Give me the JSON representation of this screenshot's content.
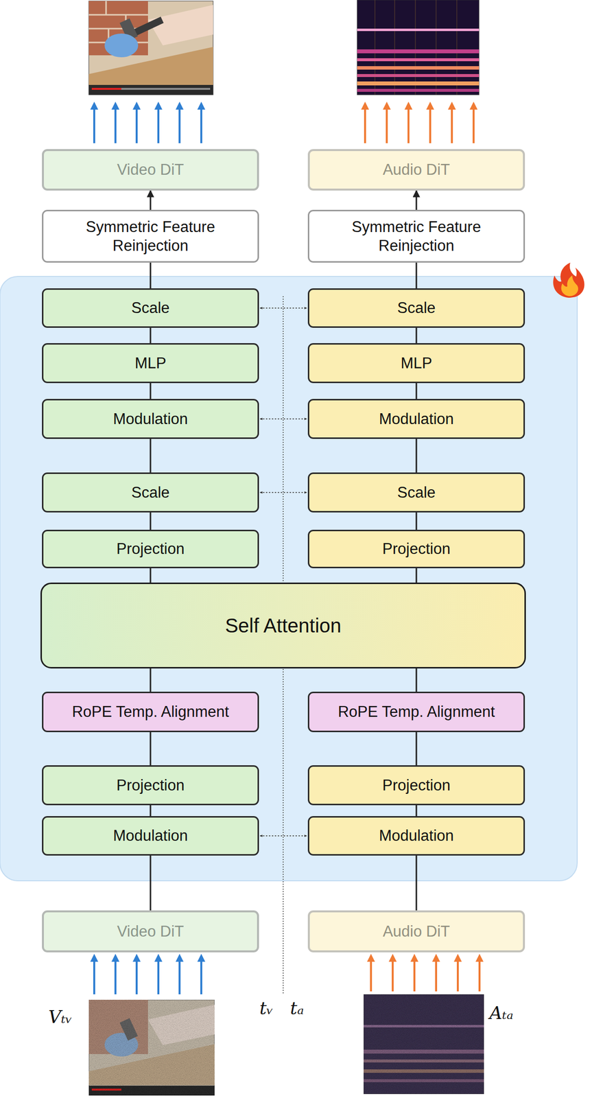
{
  "diagram": {
    "nodes": [
      {
        "text": [
          "Video DiT"
        ]
      },
      {
        "text": [
          "Audio DiT"
        ]
      },
      {
        "text": [
          "Symmetric Feature Reinjection"
        ]
      },
      {
        "text": [
          "Symmetric Feature Reinjection"
        ]
      },
      {
        "text": [
          "Scale"
        ]
      },
      {
        "text": [
          "Scale"
        ]
      },
      {
        "text": [
          "MLP"
        ]
      },
      {
        "text": [
          "MLP"
        ]
      },
      {
        "text": [
          "Modulation"
        ]
      },
      {
        "text": [
          "Modulation"
        ]
      },
      {
        "text": [
          "Scale"
        ]
      },
      {
        "text": [
          "Scale"
        ]
      },
      {
        "text": [
          "Projection"
        ]
      },
      {
        "text": [
          "Projection"
        ]
      },
      {
        "text": [
          "Self Attention"
        ]
      },
      {
        "text": [
          "RoPE Temp. Alignment"
        ]
      },
      {
        "text": [
          "RoPE Temp. Alignment"
        ]
      },
      {
        "text": [
          "Projection"
        ]
      },
      {
        "text": [
          "Projection"
        ]
      },
      {
        "text": [
          "Modulation"
        ]
      },
      {
        "text": [
          "Modulation"
        ]
      },
      {
        "text": [
          "Video DiT"
        ]
      },
      {
        "text": [
          "Audio DiT"
        ]
      }
    ],
    "edges": [
      {
        "from": 2,
        "to": 0,
        "arrow": "to"
      },
      {
        "from": 3,
        "to": 1,
        "arrow": "to"
      },
      {
        "from": 4,
        "to": 2,
        "arrow": "none"
      },
      {
        "from": 5,
        "to": 3,
        "arrow": "none"
      },
      {
        "from": 6,
        "to": 4,
        "arrow": "none"
      },
      {
        "from": 7,
        "to": 5,
        "arrow": "none"
      },
      {
        "from": 8,
        "to": 6,
        "arrow": "none"
      },
      {
        "from": 9,
        "to": 7,
        "arrow": "none"
      },
      {
        "from": 10,
        "to": 8,
        "arrow": "none"
      },
      {
        "from": 11,
        "to": 9,
        "arrow": "none"
      },
      {
        "from": 12,
        "to": 10,
        "arrow": "none"
      },
      {
        "from": 13,
        "to": 11,
        "arrow": "none"
      },
      {
        "from": 14,
        "to": 12,
        "arrow": "none"
      },
      {
        "from": 14,
        "to": 13,
        "arrow": "none"
      },
      {
        "from": 15,
        "to": 14,
        "arrow": "none"
      },
      {
        "from": 16,
        "to": 14,
        "arrow": "none"
      },
      {
        "from": 17,
        "to": 15,
        "arrow": "none"
      },
      {
        "from": 18,
        "to": 16,
        "arrow": "none"
      },
      {
        "from": 19,
        "to": 17,
        "arrow": "none"
      },
      {
        "from": 20,
        "to": 18,
        "arrow": "none"
      },
      {
        "from": 21,
        "to": 19,
        "arrow": "none"
      },
      {
        "from": 22,
        "to": 20,
        "arrow": "none"
      },
      {
        "from": 4,
        "to": 5,
        "arrow": "both"
      },
      {
        "from": 8,
        "to": 9,
        "arrow": "both"
      },
      {
        "from": 10,
        "to": 11,
        "arrow": "both"
      },
      {
        "from": 19,
        "to": 20,
        "arrow": "both"
      }
    ],
    "labels": [
      "tᵥ",
      "tₐ",
      "Vₜᵥ",
      "Aₜₐ"
    ]
  }
}
